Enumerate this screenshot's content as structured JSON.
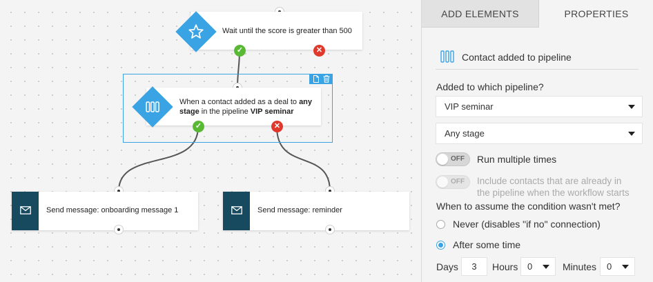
{
  "canvas": {
    "wait_node": {
      "text": "Wait until the score is greater than 500",
      "icon": "star-icon"
    },
    "pipeline_node": {
      "text_part1": "When a contact added as a deal to ",
      "text_bold1": "any stage",
      "text_part2": " in the pipeline ",
      "text_bold2": "VIP seminar",
      "icon": "pipeline-icon"
    },
    "message_nodes": [
      {
        "text": "Send message: onboarding message 1",
        "icon": "envelope-icon"
      },
      {
        "text": "Send message: reminder",
        "icon": "envelope-icon"
      }
    ],
    "yes_symbol": "✓",
    "no_symbol": "✕"
  },
  "panel": {
    "tabs": [
      {
        "label": "ADD ELEMENTS",
        "active": false
      },
      {
        "label": "PROPERTIES",
        "active": true
      }
    ],
    "header_title": "Contact added to pipeline",
    "pipeline_question": "Added to which pipeline?",
    "pipeline_value": "VIP seminar",
    "stage_value": "Any stage",
    "run_multiple": {
      "state": "OFF",
      "label": "Run multiple times"
    },
    "include_existing": {
      "state": "OFF",
      "label_line1": "Include contacts that are already in",
      "label_line2": "the pipeline when the workflow starts"
    },
    "condition_question": "When to assume the condition wasn't met?",
    "options": [
      {
        "label": "Never (disables \"if no\" connection)",
        "checked": false
      },
      {
        "label": "After some time",
        "checked": true
      }
    ],
    "time": {
      "days_label": "Days",
      "days_value": "3",
      "hours_label": "Hours",
      "hours_value": "0",
      "minutes_label": "Minutes",
      "minutes_value": "0"
    }
  },
  "colors": {
    "accent": "#3aa3e3",
    "yes": "#5ab934",
    "no": "#e0392b",
    "message_icon_bg": "#17495f"
  }
}
